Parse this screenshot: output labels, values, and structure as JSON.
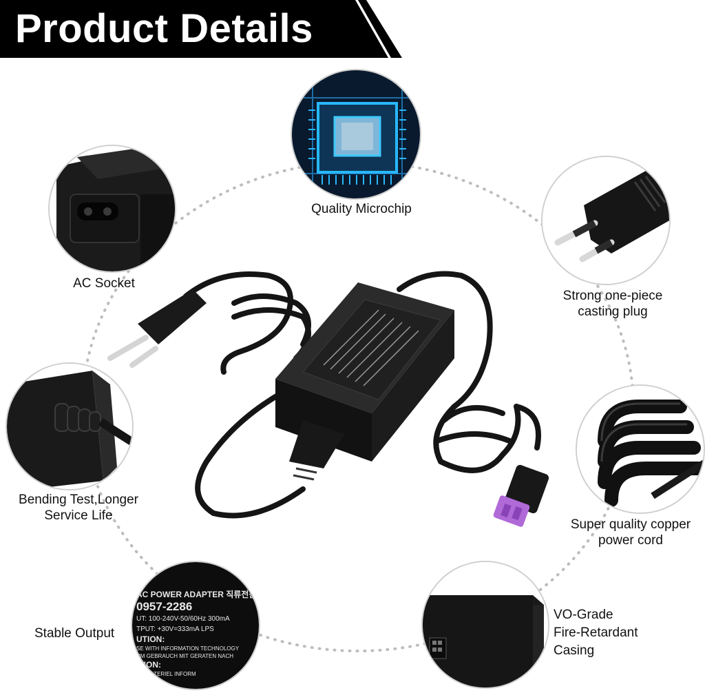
{
  "header": {
    "title": "Product Details"
  },
  "features": {
    "microchip": {
      "label": "Quality Microchip"
    },
    "ac_socket": {
      "label": "AC Socket"
    },
    "plug": {
      "label_line1": "Strong one-piece",
      "label_line2": "casting plug"
    },
    "bending": {
      "label_line1": "Bending Test,Longer",
      "label_line2": "Service Life"
    },
    "copper": {
      "label_line1": "Super quality copper",
      "label_line2": "power cord"
    },
    "stable": {
      "label": "Stable Output"
    },
    "fire": {
      "label_line1": "VO-Grade",
      "label_line2": "Fire-Retardant",
      "label_line3": "Casing"
    }
  },
  "adapter_label": {
    "line1": "AC POWER ADAPTER 직류전원",
    "line2": "0957-2286",
    "line3": "UT: 100-240V-50/60Hz 300mA",
    "line4": "TPUT: +30V=333mA LPS",
    "line5": "UTION:",
    "line6": "SE WITH INFORMATION TECHNOLOGY",
    "line7": "UM GEBRAUCH MIT GERATEN NACH",
    "line8": "ITION:",
    "line9": "DU MATERIEL INFORM"
  },
  "colors": {
    "banner": "#000000",
    "connector": "#b06ad8",
    "chip_glow": "#27b8ff",
    "dotted_ring": "#bdbdbd"
  }
}
